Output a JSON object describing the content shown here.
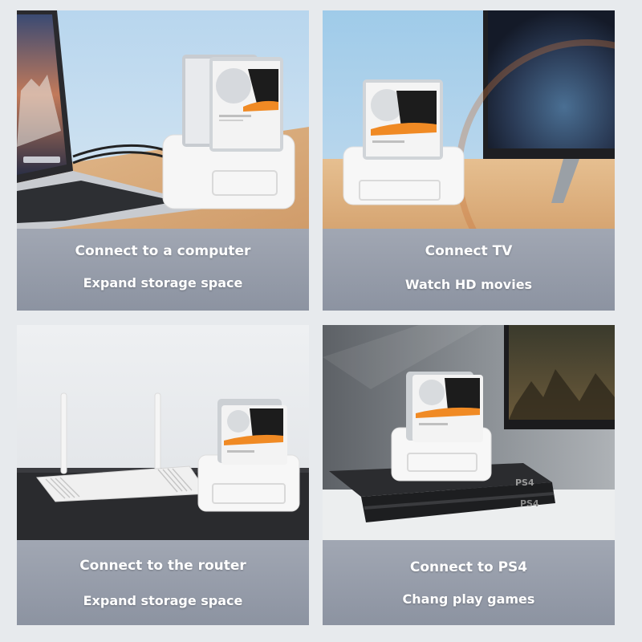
{
  "cards": [
    {
      "title": "Connect to a computer",
      "subtitle": "Expand storage space"
    },
    {
      "title": "Connect TV",
      "subtitle": "Watch HD movies"
    },
    {
      "title": "Connect to the router",
      "subtitle": "Expand storage space"
    },
    {
      "title": "Connect to PS4",
      "subtitle": "Chang play games"
    }
  ],
  "console_logo": "PS4",
  "colors": {
    "caption_top": "#a1a7b3",
    "caption_bottom": "#8c93a1",
    "dock_white": "#f7f7f7",
    "hdd_accent": "#f08a24",
    "hdd_dark": "#1c1c1c"
  }
}
